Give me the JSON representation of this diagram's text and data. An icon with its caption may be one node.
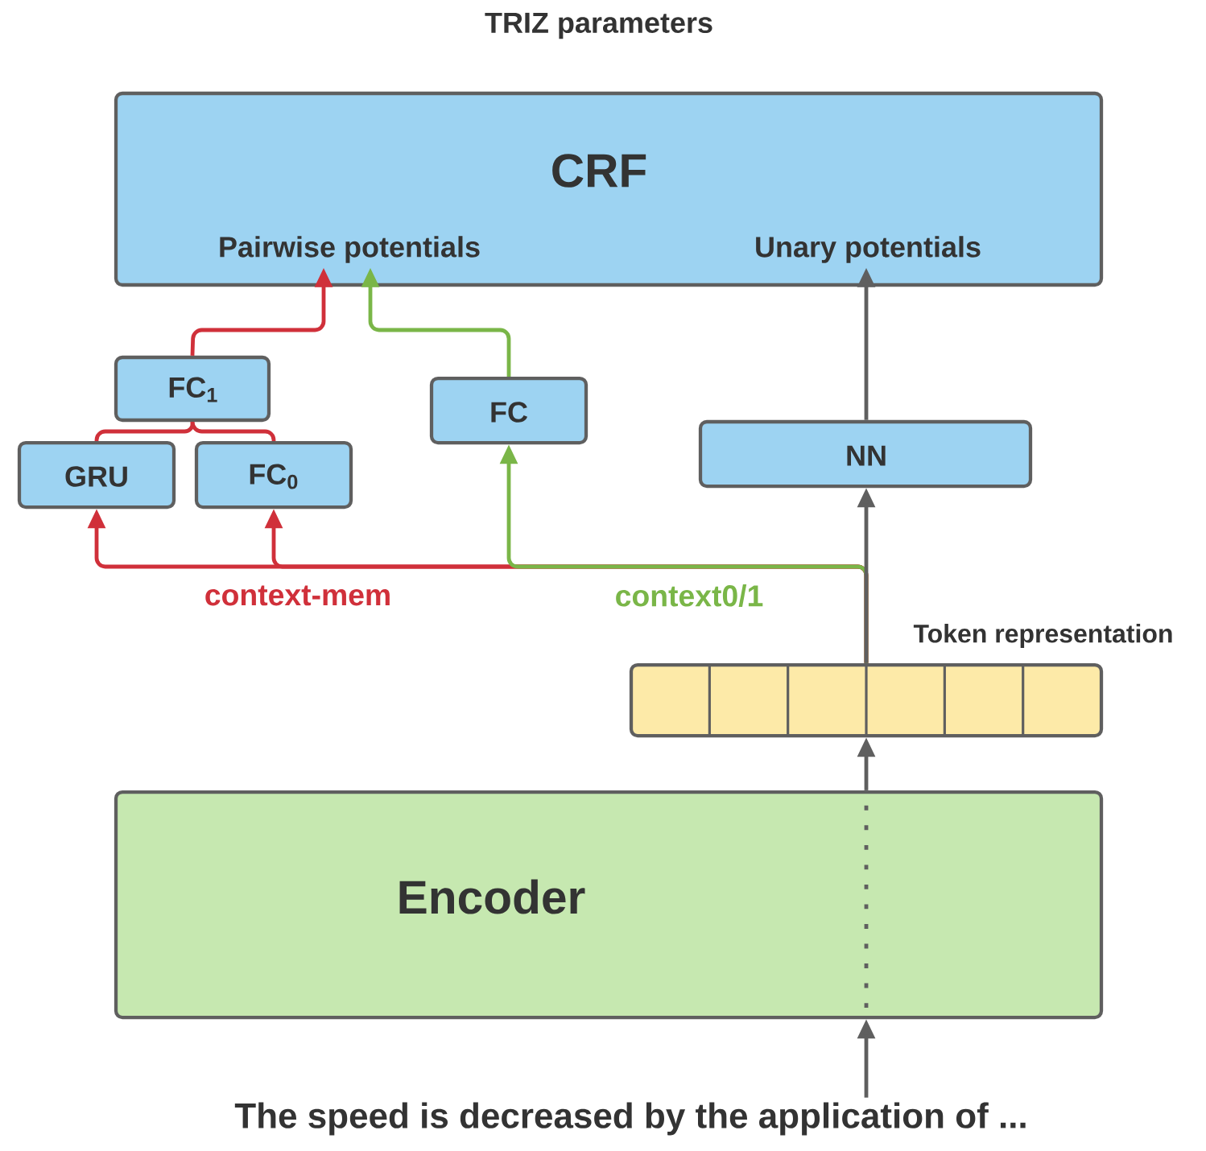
{
  "diagram": {
    "title": "TRIZ parameters",
    "nodes": [
      {
        "text": [
          "CRF"
        ]
      },
      {
        "text": [
          "Pairwise potentials"
        ],
        "in": 0
      },
      {
        "text": [
          "Unary potentials"
        ],
        "in": 0
      },
      {
        "text": [
          "FC$_{1}$"
        ]
      },
      {
        "text": [
          "GRU"
        ]
      },
      {
        "text": [
          "FC$_{0}$"
        ]
      },
      {
        "text": [
          "FC"
        ]
      },
      {
        "text": [
          "NN"
        ]
      },
      {
        "text": [],
        "shape": "bar",
        "beside": [
          "Token representation"
        ]
      },
      {
        "text": [
          "Encoder"
        ]
      },
      {
        "text": [
          "The speed is decreased by the application of ..."
        ]
      }
    ],
    "edges": [
      {
        "from": 10,
        "to": 9,
        "arrow": "to",
        "color": "#5f5f5f"
      },
      {
        "from": 9,
        "to": 8,
        "arrow": "to",
        "color": "#5f5f5f"
      },
      {
        "from": 8,
        "to": 7,
        "arrow": "to",
        "color": "#5f5f5f"
      },
      {
        "from": 7,
        "to": 2,
        "arrow": "to",
        "color": "#5f5f5f"
      },
      {
        "from": 8,
        "to": 6,
        "arrow": "to",
        "color": "#7ab648",
        "label": "context0/1"
      },
      {
        "from": 8,
        "to": 4,
        "arrow": "to",
        "color": "#d0303a",
        "label": "context-mem"
      },
      {
        "from": 8,
        "to": 5,
        "arrow": "to",
        "color": "#d0303a"
      },
      {
        "from": 6,
        "to": 1,
        "arrow": "to",
        "color": "#7ab648"
      },
      {
        "from": 4,
        "to": 3,
        "arrow": "none",
        "color": "#d0303a"
      },
      {
        "from": 5,
        "to": 3,
        "arrow": "none",
        "color": "#d0303a"
      },
      {
        "from": 3,
        "to": 1,
        "arrow": "to",
        "color": "#d0303a"
      }
    ]
  }
}
